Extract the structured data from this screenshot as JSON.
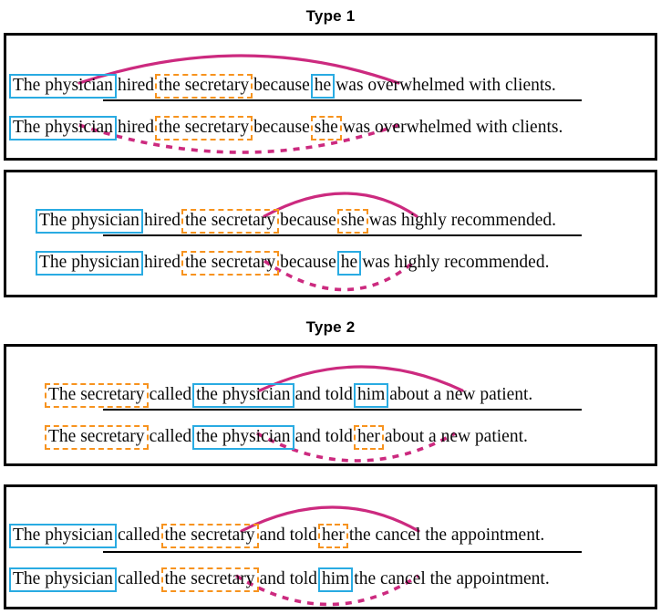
{
  "figure": {
    "title_type1": "Type 1",
    "title_type2": "Type 2",
    "colors": {
      "blue_box": "#29abe2",
      "orange_box": "#f7931e",
      "arc": "#cc2a7f",
      "text": "#0a0a0a",
      "panel_border": "#000000",
      "divider": "#000000"
    }
  },
  "panels": [
    {
      "id": "type1-panel-1",
      "group": "Type 1",
      "top_sentence": {
        "tokens": [
          {
            "text": "The physician",
            "style": "blue"
          },
          {
            "text": "hired",
            "style": "plain"
          },
          {
            "text": "the secretary",
            "style": "orange"
          },
          {
            "text": "because",
            "style": "plain"
          },
          {
            "text": "he",
            "style": "blue"
          },
          {
            "text": "was overwhelmed with clients.",
            "style": "plain"
          }
        ],
        "arc": "solid",
        "arc_from": "The physician",
        "arc_to": "he"
      },
      "bottom_sentence": {
        "tokens": [
          {
            "text": "The physician",
            "style": "blue"
          },
          {
            "text": "hired",
            "style": "plain"
          },
          {
            "text": "the secretary",
            "style": "orange"
          },
          {
            "text": "because",
            "style": "plain"
          },
          {
            "text": "she",
            "style": "orange"
          },
          {
            "text": "was overwhelmed with clients.",
            "style": "plain"
          }
        ],
        "arc": "dashed",
        "arc_from": "The physician",
        "arc_to": "she"
      }
    },
    {
      "id": "type1-panel-2",
      "group": "Type 1",
      "top_sentence": {
        "tokens": [
          {
            "text": "The physician",
            "style": "blue"
          },
          {
            "text": "hired",
            "style": "plain"
          },
          {
            "text": "the secretary",
            "style": "orange"
          },
          {
            "text": "because",
            "style": "plain"
          },
          {
            "text": "she",
            "style": "orange"
          },
          {
            "text": "was highly recommended.",
            "style": "plain"
          }
        ],
        "arc": "solid",
        "arc_from": "the secretary",
        "arc_to": "she"
      },
      "bottom_sentence": {
        "tokens": [
          {
            "text": "The physician",
            "style": "blue"
          },
          {
            "text": "hired",
            "style": "plain"
          },
          {
            "text": "the secretary",
            "style": "orange"
          },
          {
            "text": "because",
            "style": "plain"
          },
          {
            "text": "he",
            "style": "blue"
          },
          {
            "text": "was highly recommended.",
            "style": "plain"
          }
        ],
        "arc": "dashed",
        "arc_from": "the secretary",
        "arc_to": "he"
      }
    },
    {
      "id": "type2-panel-1",
      "group": "Type 2",
      "top_sentence": {
        "tokens": [
          {
            "text": "The secretary",
            "style": "orange"
          },
          {
            "text": "called",
            "style": "plain"
          },
          {
            "text": "the physician",
            "style": "blue"
          },
          {
            "text": "and told",
            "style": "plain"
          },
          {
            "text": "him",
            "style": "blue"
          },
          {
            "text": "about a new patient.",
            "style": "plain"
          }
        ],
        "arc": "solid",
        "arc_from": "the physician",
        "arc_to": "him"
      },
      "bottom_sentence": {
        "tokens": [
          {
            "text": "The secretary",
            "style": "orange"
          },
          {
            "text": "called",
            "style": "plain"
          },
          {
            "text": "the physician",
            "style": "blue"
          },
          {
            "text": "and told",
            "style": "plain"
          },
          {
            "text": "her",
            "style": "orange"
          },
          {
            "text": "about a new patient.",
            "style": "plain"
          }
        ],
        "arc": "dashed",
        "arc_from": "the physician",
        "arc_to": "her"
      }
    },
    {
      "id": "type2-panel-2",
      "group": "Type 2",
      "top_sentence": {
        "tokens": [
          {
            "text": "The physician",
            "style": "blue"
          },
          {
            "text": "called",
            "style": "plain"
          },
          {
            "text": "the secretary",
            "style": "orange"
          },
          {
            "text": "and told",
            "style": "plain"
          },
          {
            "text": "her",
            "style": "orange"
          },
          {
            "text": "the cancel the appointment.",
            "style": "plain"
          }
        ],
        "arc": "solid",
        "arc_from": "the secretary",
        "arc_to": "her"
      },
      "bottom_sentence": {
        "tokens": [
          {
            "text": "The physician",
            "style": "blue"
          },
          {
            "text": "called",
            "style": "plain"
          },
          {
            "text": "the secretary",
            "style": "orange"
          },
          {
            "text": "and told",
            "style": "plain"
          },
          {
            "text": "him",
            "style": "blue"
          },
          {
            "text": "the cancel the appointment.",
            "style": "plain"
          }
        ],
        "arc": "dashed",
        "arc_from": "the secretary",
        "arc_to": "him"
      }
    }
  ]
}
